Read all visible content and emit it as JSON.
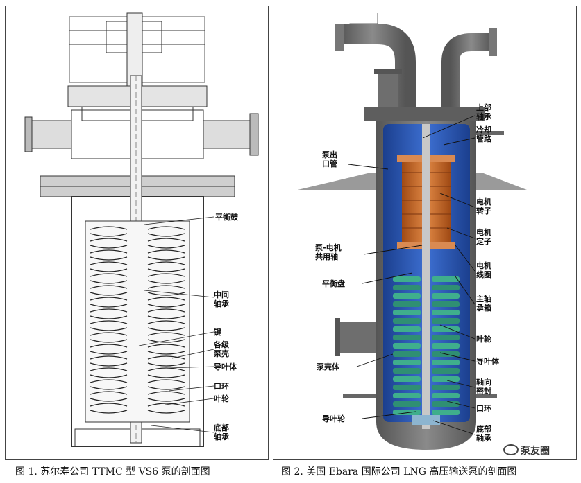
{
  "figure1": {
    "caption": "图 1. 苏尔寿公司 TTMC 型 VS6 泵的剖面图",
    "labels": [
      {
        "id": "balance-drum",
        "lines": [
          "平衡鼓"
        ]
      },
      {
        "id": "intermediate-bearing",
        "lines": [
          "中间",
          "轴承"
        ]
      },
      {
        "id": "key",
        "lines": [
          "键"
        ]
      },
      {
        "id": "stage-casing",
        "lines": [
          "各级",
          "泵壳"
        ]
      },
      {
        "id": "diffuser",
        "lines": [
          "导叶体"
        ]
      },
      {
        "id": "wear-ring",
        "lines": [
          "口环"
        ]
      },
      {
        "id": "impeller",
        "lines": [
          "叶轮"
        ]
      },
      {
        "id": "bottom-bearing",
        "lines": [
          "底部",
          "轴承"
        ]
      }
    ]
  },
  "figure2": {
    "caption": "图 2. 美国 Ebara 国际公司 LNG 高压输送泵的剖面图",
    "labels": [
      {
        "id": "upper-bearing",
        "lines": [
          "上部",
          "轴承"
        ]
      },
      {
        "id": "cooling-line",
        "lines": [
          "冷却",
          "管路"
        ]
      },
      {
        "id": "discharge-pipe",
        "lines": [
          "泵出",
          "口管"
        ]
      },
      {
        "id": "motor-rotor",
        "lines": [
          "电机",
          "转子"
        ]
      },
      {
        "id": "motor-stator",
        "lines": [
          "电机",
          "定子"
        ]
      },
      {
        "id": "common-shaft",
        "lines": [
          "泵-电机",
          "共用轴"
        ]
      },
      {
        "id": "motor-coil",
        "lines": [
          "电机",
          "线圈"
        ]
      },
      {
        "id": "balance-disc",
        "lines": [
          "平衡盘"
        ]
      },
      {
        "id": "main-bearing-box",
        "lines": [
          "主轴",
          "承箱"
        ]
      },
      {
        "id": "impeller",
        "lines": [
          "叶轮"
        ]
      },
      {
        "id": "diffuser",
        "lines": [
          "导叶体"
        ]
      },
      {
        "id": "pump-casing",
        "lines": [
          "泵壳体"
        ]
      },
      {
        "id": "axial-seal",
        "lines": [
          "轴向",
          "密封"
        ]
      },
      {
        "id": "wear-ring",
        "lines": [
          "口环"
        ]
      },
      {
        "id": "inducer",
        "lines": [
          "导叶轮"
        ]
      },
      {
        "id": "bottom-bearing",
        "lines": [
          "底部",
          "轴承"
        ]
      }
    ]
  },
  "watermark": "泵友圈"
}
